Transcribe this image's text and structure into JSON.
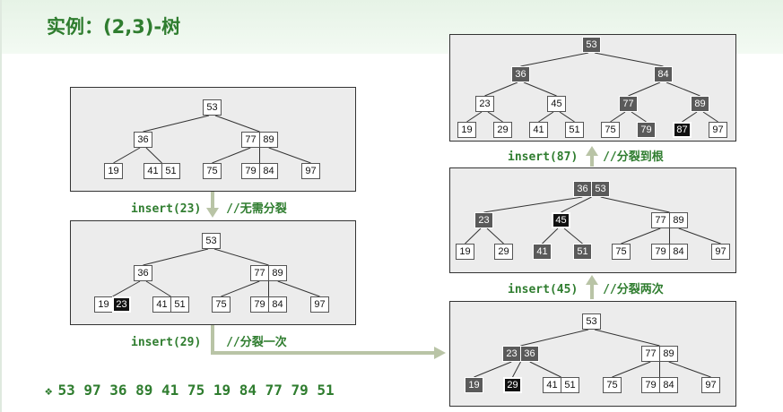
{
  "title": "实例：(2,3)-树",
  "sequence": {
    "icon": "diamond-bullet-icon",
    "text": "53 97 36 89 41 75 19 84 77 79 51"
  },
  "trees": [
    {
      "id": "tree-initial",
      "nodes": [
        {
          "keys": [
            "53"
          ]
        },
        {
          "keys": [
            "36"
          ]
        },
        {
          "keys": [
            "77",
            "89"
          ]
        },
        {
          "keys": [
            "19"
          ]
        },
        {
          "keys": [
            "41",
            "51"
          ]
        },
        {
          "keys": [
            "75"
          ]
        },
        {
          "keys": [
            "79",
            "84"
          ]
        },
        {
          "keys": [
            "97"
          ]
        }
      ],
      "edges": [
        [
          0,
          1
        ],
        [
          0,
          2
        ],
        [
          1,
          3
        ],
        [
          1,
          4
        ],
        [
          2,
          5
        ],
        [
          2,
          6
        ],
        [
          2,
          7
        ]
      ]
    },
    {
      "id": "tree-insert-23",
      "nodes": [
        {
          "keys": [
            "53"
          ]
        },
        {
          "keys": [
            "36"
          ]
        },
        {
          "keys": [
            "77",
            "89"
          ]
        },
        {
          "keys": [
            "19",
            "23"
          ],
          "styles": [
            "",
            "black"
          ]
        },
        {
          "keys": [
            "41",
            "51"
          ]
        },
        {
          "keys": [
            "75"
          ]
        },
        {
          "keys": [
            "79",
            "84"
          ]
        },
        {
          "keys": [
            "97"
          ]
        }
      ],
      "edges": [
        [
          0,
          1
        ],
        [
          0,
          2
        ],
        [
          1,
          3
        ],
        [
          1,
          4
        ],
        [
          2,
          5
        ],
        [
          2,
          6
        ],
        [
          2,
          7
        ]
      ]
    },
    {
      "id": "tree-insert-29",
      "nodes": [
        {
          "keys": [
            "53"
          ]
        },
        {
          "keys": [
            "23",
            "36"
          ],
          "styles": [
            "grey",
            "grey"
          ]
        },
        {
          "keys": [
            "77",
            "89"
          ]
        },
        {
          "keys": [
            "19"
          ],
          "styles": [
            "grey"
          ]
        },
        {
          "keys": [
            "29"
          ],
          "styles": [
            "black"
          ]
        },
        {
          "keys": [
            "41",
            "51"
          ]
        },
        {
          "keys": [
            "75"
          ]
        },
        {
          "keys": [
            "79",
            "84"
          ]
        },
        {
          "keys": [
            "97"
          ]
        }
      ],
      "edges": [
        [
          0,
          1
        ],
        [
          0,
          2
        ],
        [
          1,
          3
        ],
        [
          1,
          4
        ],
        [
          1,
          5
        ],
        [
          2,
          6
        ],
        [
          2,
          7
        ],
        [
          2,
          8
        ]
      ]
    },
    {
      "id": "tree-insert-45",
      "nodes": [
        {
          "keys": [
            "36",
            "53"
          ],
          "styles": [
            "grey",
            "grey"
          ]
        },
        {
          "keys": [
            "23"
          ],
          "styles": [
            "grey"
          ]
        },
        {
          "keys": [
            "45"
          ],
          "styles": [
            "black"
          ]
        },
        {
          "keys": [
            "77",
            "89"
          ]
        },
        {
          "keys": [
            "19"
          ]
        },
        {
          "keys": [
            "29"
          ]
        },
        {
          "keys": [
            "41"
          ],
          "styles": [
            "grey"
          ]
        },
        {
          "keys": [
            "51"
          ],
          "styles": [
            "grey"
          ]
        },
        {
          "keys": [
            "75"
          ]
        },
        {
          "keys": [
            "79",
            "84"
          ]
        },
        {
          "keys": [
            "97"
          ]
        }
      ],
      "edges": [
        [
          0,
          1
        ],
        [
          0,
          2
        ],
        [
          0,
          3
        ],
        [
          1,
          4
        ],
        [
          1,
          5
        ],
        [
          2,
          6
        ],
        [
          2,
          7
        ],
        [
          3,
          8
        ],
        [
          3,
          9
        ],
        [
          3,
          10
        ]
      ]
    },
    {
      "id": "tree-insert-87",
      "nodes": [
        {
          "keys": [
            "53"
          ],
          "styles": [
            "grey"
          ]
        },
        {
          "keys": [
            "36"
          ],
          "styles": [
            "grey"
          ]
        },
        {
          "keys": [
            "84"
          ],
          "styles": [
            "grey"
          ]
        },
        {
          "keys": [
            "23"
          ]
        },
        {
          "keys": [
            "45"
          ]
        },
        {
          "keys": [
            "77"
          ],
          "styles": [
            "grey"
          ]
        },
        {
          "keys": [
            "89"
          ],
          "styles": [
            "grey"
          ]
        },
        {
          "keys": [
            "19"
          ]
        },
        {
          "keys": [
            "29"
          ]
        },
        {
          "keys": [
            "41"
          ]
        },
        {
          "keys": [
            "51"
          ]
        },
        {
          "keys": [
            "75"
          ]
        },
        {
          "keys": [
            "79"
          ],
          "styles": [
            "grey"
          ]
        },
        {
          "keys": [
            "87"
          ],
          "styles": [
            "black"
          ]
        },
        {
          "keys": [
            "97"
          ]
        }
      ],
      "edges": [
        [
          0,
          1
        ],
        [
          0,
          2
        ],
        [
          1,
          3
        ],
        [
          1,
          4
        ],
        [
          2,
          5
        ],
        [
          2,
          6
        ],
        [
          3,
          7
        ],
        [
          3,
          8
        ],
        [
          4,
          9
        ],
        [
          4,
          10
        ],
        [
          5,
          11
        ],
        [
          5,
          12
        ],
        [
          6,
          13
        ],
        [
          6,
          14
        ]
      ]
    }
  ],
  "labels": {
    "insert23": {
      "op": "insert(23)",
      "note": "//无需分裂"
    },
    "insert29": {
      "op": "insert(29)",
      "note": "//分裂一次"
    },
    "insert45": {
      "op": "insert(45)",
      "note": "//分裂两次"
    },
    "insert87": {
      "op": "insert(87)",
      "note": "//分裂到根"
    }
  }
}
